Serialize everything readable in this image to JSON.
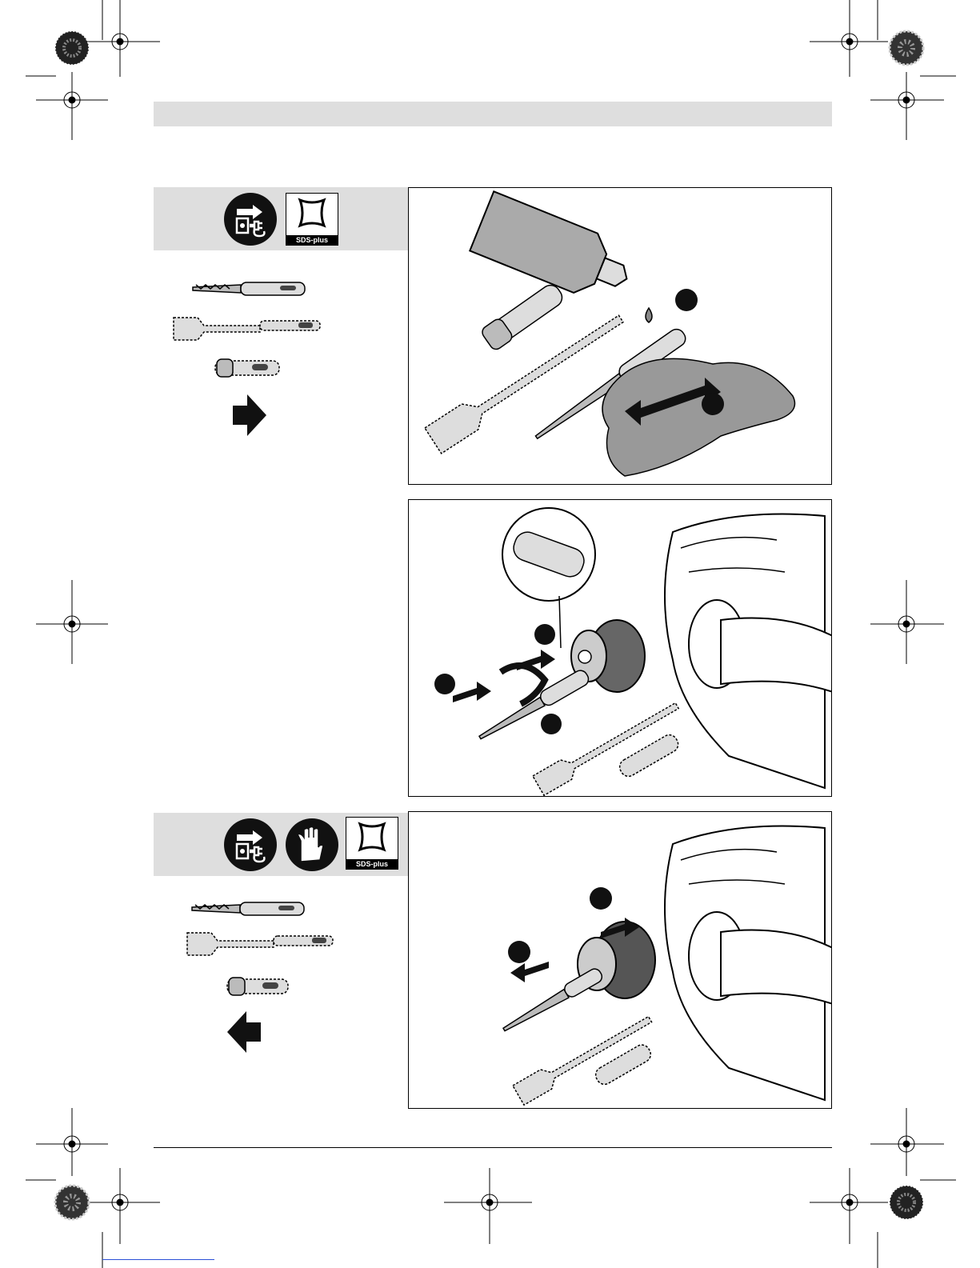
{
  "page": {
    "header_band_color": "#dedede",
    "frame_color": "#000000"
  },
  "section_1": {
    "icons": [
      "unplug-icon",
      "sds-plus-icon"
    ],
    "sds_label": "SDS-plus",
    "tools": [
      "drill-bit-icon",
      "chisel-icon",
      "core-bit-icon"
    ],
    "direction": "insert-arrow-right"
  },
  "section_2": {
    "illustration": "insert-tool-into-chuck"
  },
  "section_3": {
    "icons": [
      "unplug-icon",
      "gloves-icon",
      "sds-plus-icon"
    ],
    "sds_label": "SDS-plus",
    "tools": [
      "drill-bit-icon",
      "chisel-icon",
      "core-bit-icon"
    ],
    "direction": "remove-arrow-left"
  }
}
